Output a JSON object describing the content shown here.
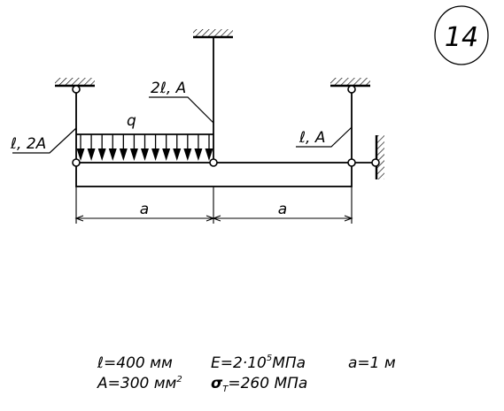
{
  "variant": "14",
  "labels": {
    "rod_left": "ℓ, 2A",
    "rod_middle": "2ℓ, A",
    "rod_right": "ℓ, A",
    "load": "q",
    "dim_left": "a",
    "dim_right": "a"
  },
  "params": {
    "l_eq": "ℓ=400 мм",
    "A_eq": "A=300 мм",
    "A_sup": "2",
    "E_eq": "E=2·10",
    "E_exp": "5",
    "E_unit": "МПа",
    "sigma": "σ",
    "sigma_sub": "T",
    "sigma_val": "=260 МПа",
    "a_eq": "a=1 м"
  }
}
